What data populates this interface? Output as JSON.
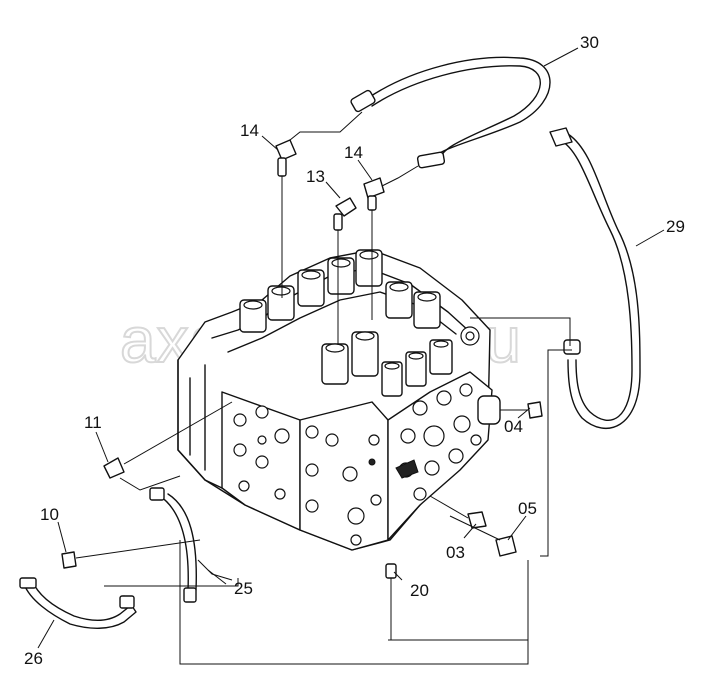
{
  "watermark": "axautopiter.ru",
  "part_labels": {
    "l30": "30",
    "l29": "29",
    "l14a": "14",
    "l14b": "14",
    "l13": "13",
    "l11": "11",
    "l04": "04",
    "l10": "10",
    "l05": "05",
    "l03": "03",
    "l25": "25",
    "l20": "20",
    "l26": "26"
  }
}
